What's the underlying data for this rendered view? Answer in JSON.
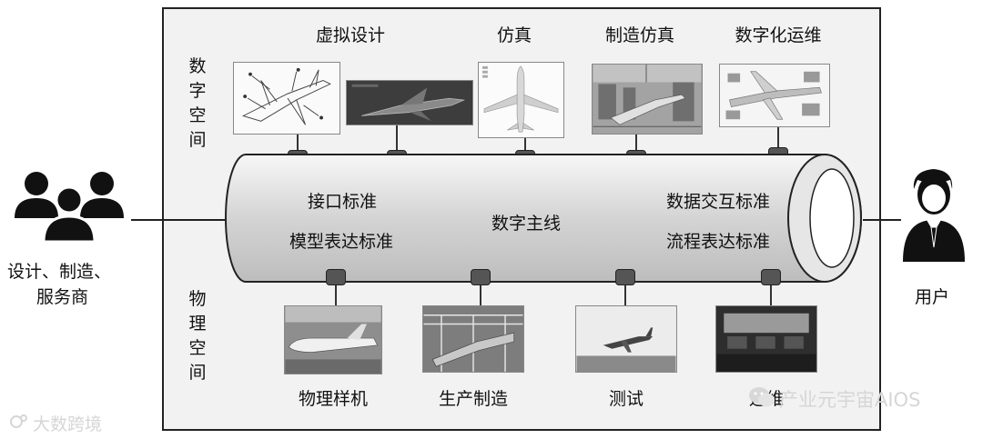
{
  "section_labels": {
    "digital_space": "数字空间",
    "physical_space": "物理空间"
  },
  "digital_items": [
    "虚拟设计",
    "仿真",
    "制造仿真",
    "数字化运维"
  ],
  "physical_items": [
    "物理样机",
    "生产制造",
    "测试",
    "运维"
  ],
  "pipe": {
    "center_label": "数字主线",
    "left_labels": [
      "接口标准",
      "模型表达标准"
    ],
    "right_labels": [
      "数据交互标准",
      "流程表达标准"
    ]
  },
  "actors": {
    "left_label_line1": "设计、制造、",
    "left_label_line2": "服务商",
    "right_label": "用户"
  },
  "watermarks": {
    "bottom_left": "大数跨境",
    "bottom_right": "产业元宇宙AIOS"
  },
  "icons": {
    "left_actor": "group-people-icon",
    "right_actor": "user-icon",
    "wechat": "wechat-icon"
  },
  "colors": {
    "box_background": "#f2f2f2",
    "pipe_fill": "#dcdcdc",
    "connector": "#555555"
  }
}
